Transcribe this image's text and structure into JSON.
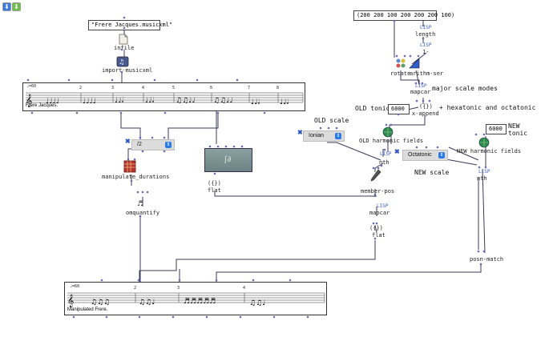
{
  "toolbar": {
    "down_arrow_icon": "arrow-down-icon",
    "green_arrow_icon": "arrow-green-icon"
  },
  "boxes": {
    "filename_value": "\"Frere Jacques.musicxml\"",
    "list_value": "(200 200 100 200 200 200 100)",
    "old_tonic_value": "6000",
    "new_tonic_value": "6000"
  },
  "labels": {
    "infile": "infile",
    "import": "import-musicxml",
    "length": "length",
    "one_minus": "1-",
    "rotate": "rotate",
    "arithm_ser": "arithm-ser",
    "mapcar_top": "mapcar",
    "x_append": "x-append",
    "old_harmonic": "OLD harmonic fields",
    "new_harmonic": "NEW harmonic fields",
    "nth_left": "nth",
    "nth_right": "nth",
    "manipulate": "manipulate_durations",
    "omquantify": "omquantify",
    "flat_left": "flat",
    "member_pos": "member-pos",
    "mapcar_mid": "mapcar",
    "flat_mid": "flat",
    "posn_match": "posn-match",
    "lisp": "LISP",
    "paren": "({})"
  },
  "comments": {
    "major_modes": "major scale modes",
    "hexatonic": "+ hexatonic and octatonic",
    "old_tonic": "OLD tonic",
    "old_scale": "OLD scale",
    "new_tonic": "NEW\ntonic",
    "new_scale": "NEW scale"
  },
  "menus": {
    "divide": "/2",
    "ionian": "Ionian",
    "octatonic": "Octatonic"
  },
  "scores": {
    "top_title": "Frere Jacques.",
    "bottom_title": "Manipulated Frere.",
    "tempo": "♩=60",
    "top_measures": [
      "2",
      "3",
      "4",
      "5",
      "6",
      "7",
      "8"
    ],
    "bottom_measures": [
      "2",
      "3",
      "4"
    ]
  },
  "colors": {
    "accent": "#2c7be5",
    "patch_line": "#3a3a5a",
    "inlet": "#6a6ab8"
  }
}
